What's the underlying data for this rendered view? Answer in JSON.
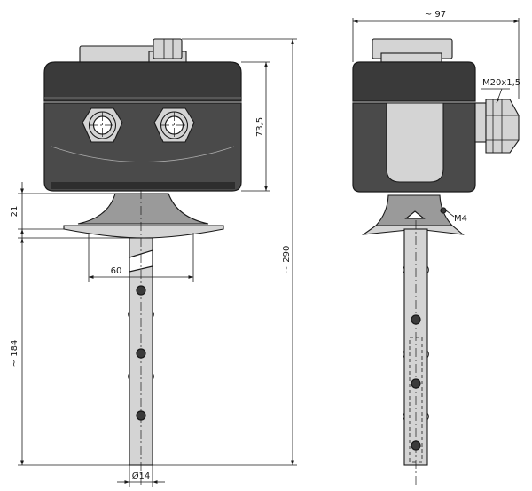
{
  "dimensions": {
    "width_side": "~ 97",
    "thread": "M20x1,5",
    "screw": "M4",
    "housing_height": "73,5",
    "flange_height": "21",
    "flange_diameter": "60",
    "total_length": "~ 290",
    "probe_length": "~ 184",
    "probe_diameter": "Ø14"
  }
}
